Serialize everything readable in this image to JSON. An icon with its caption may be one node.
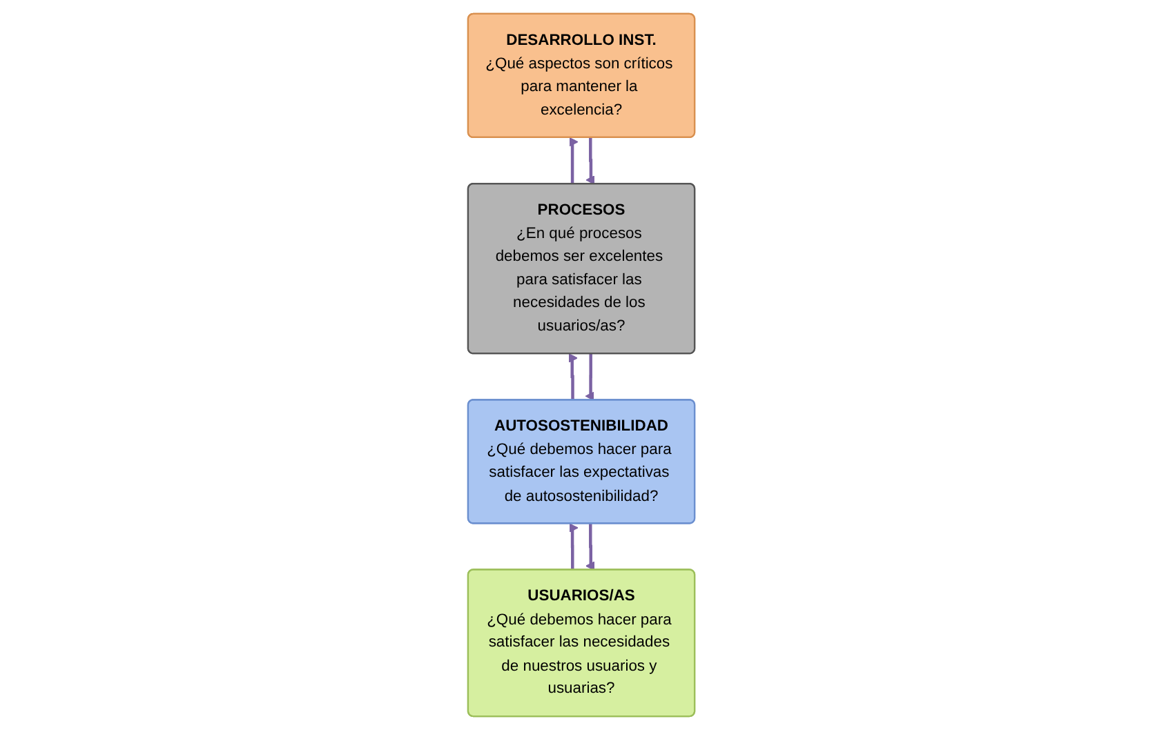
{
  "diagram": {
    "nodes": [
      {
        "text": [
          "USUARIOS/AS",
          "¿Qué debemos hacer para satisfacer las necesidades de nuestros usuarios y usuarias?"
        ]
      },
      {
        "text": [
          "AUTOSOSTENIBILIDAD",
          "¿Qué debemos hacer para satisfacer las expectativas de autosostenibilidad?"
        ]
      },
      {
        "text": [
          "PROCESOS",
          "¿En qué procesos debemos ser excelentes para satisfacer las necesidades de los usuarios/as?"
        ]
      },
      {
        "text": [
          "DESARROLLO INST.",
          "¿Qué aspectos son críticos para mantener la excelencia?"
        ]
      }
    ],
    "edges": [
      {
        "from": 0,
        "to": 1,
        "arrow": "to"
      },
      {
        "from": 1,
        "to": 0,
        "arrow": "to"
      },
      {
        "from": 1,
        "to": 2,
        "arrow": "to"
      },
      {
        "from": 2,
        "to": 1,
        "arrow": "to"
      },
      {
        "from": 2,
        "to": 3,
        "arrow": "to"
      },
      {
        "from": 3,
        "to": 2,
        "arrow": "to"
      }
    ]
  }
}
